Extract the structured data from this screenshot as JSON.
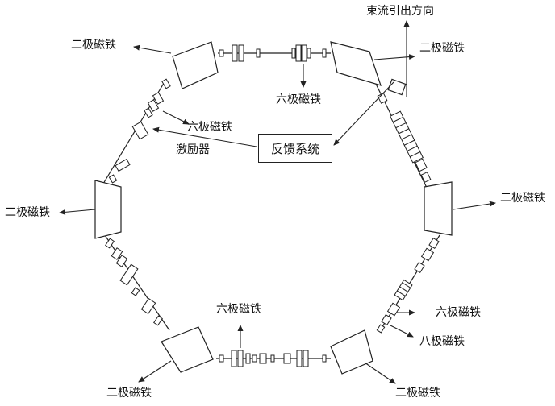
{
  "labels": {
    "beam_extraction": "束流引出方向",
    "feedback_system": "反馈系统",
    "dipole_tl": "二极磁铁",
    "dipole_tr": "二极磁铁",
    "dipole_l": "二极磁铁",
    "dipole_r": "二极磁铁",
    "dipole_bl": "二极磁铁",
    "dipole_br": "二极磁铁",
    "sextupole_top": "六极磁铁",
    "sextupole_left": "六极磁铁",
    "sextupole_bottom": "六极磁铁",
    "sextupole_right": "六极磁铁",
    "octupole": "八极磁铁",
    "exciter": "激励器"
  },
  "colors": {
    "stroke": "#222222",
    "fill": "#ffffff",
    "text": "#111111"
  }
}
